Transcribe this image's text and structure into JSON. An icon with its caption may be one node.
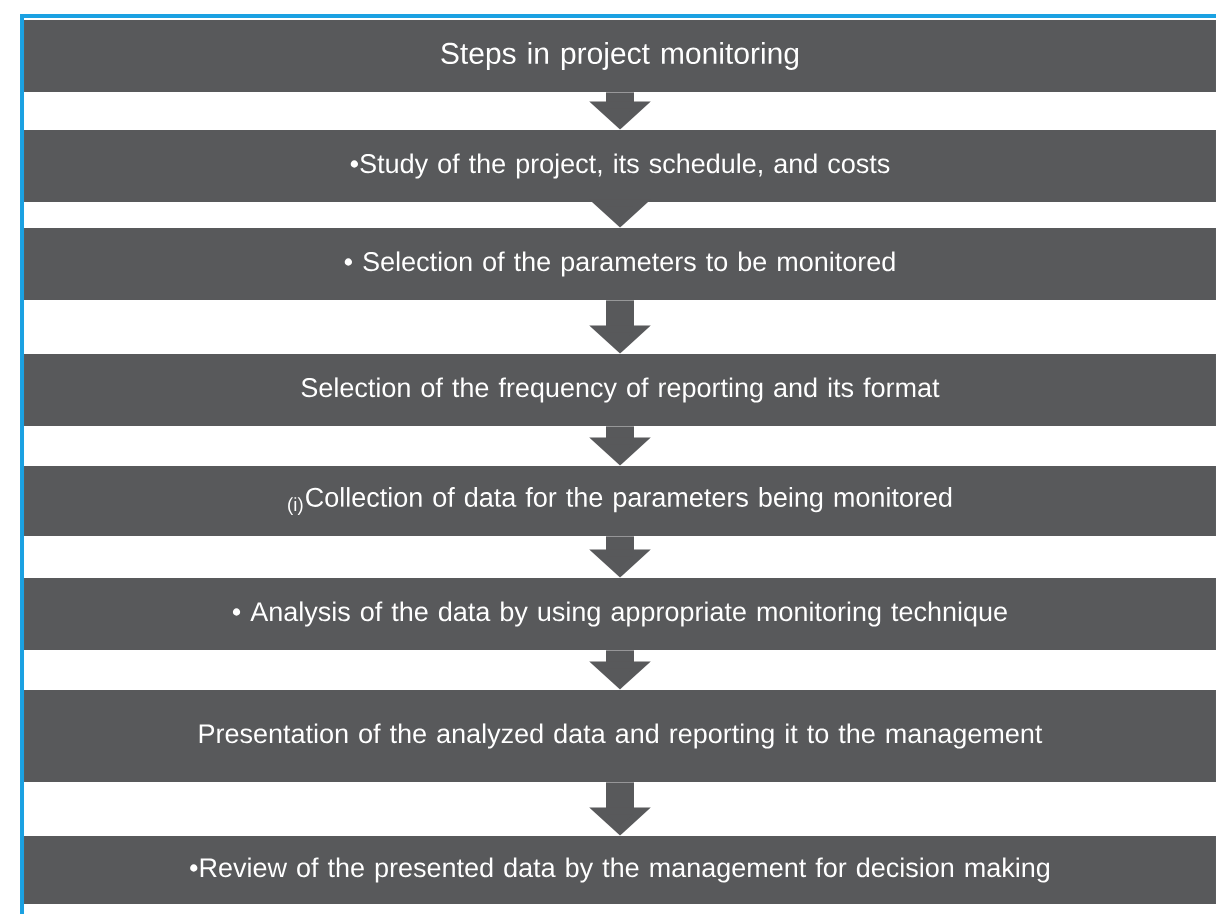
{
  "diagram": {
    "nodes": [
      {
        "text": [
          "Steps in project monitoring"
        ]
      },
      {
        "text": [
          "•Study of the project, its schedule, and costs"
        ]
      },
      {
        "text": [
          "• Selection of the parameters to be monitored"
        ]
      },
      {
        "text": [
          "Selection of the frequency of reporting and its format"
        ]
      },
      {
        "text": [
          "$_{(i)}$Collection of data for the parameters being monitored"
        ]
      },
      {
        "text": [
          "• Analysis of the data by using appropriate monitoring technique"
        ]
      },
      {
        "text": [
          "Presentation of the analyzed data and reporting it to the management"
        ]
      },
      {
        "text": [
          "•Review of the presented data by the management for decision making"
        ]
      }
    ],
    "edges": [
      {
        "from": 0,
        "to": 1,
        "arrow": "to"
      },
      {
        "from": 1,
        "to": 2,
        "arrow": "to"
      },
      {
        "from": 2,
        "to": 3,
        "arrow": "to"
      },
      {
        "from": 3,
        "to": 4,
        "arrow": "to"
      },
      {
        "from": 4,
        "to": 5,
        "arrow": "to"
      },
      {
        "from": 5,
        "to": 6,
        "arrow": "to"
      },
      {
        "from": 6,
        "to": 7,
        "arrow": "to"
      }
    ]
  }
}
